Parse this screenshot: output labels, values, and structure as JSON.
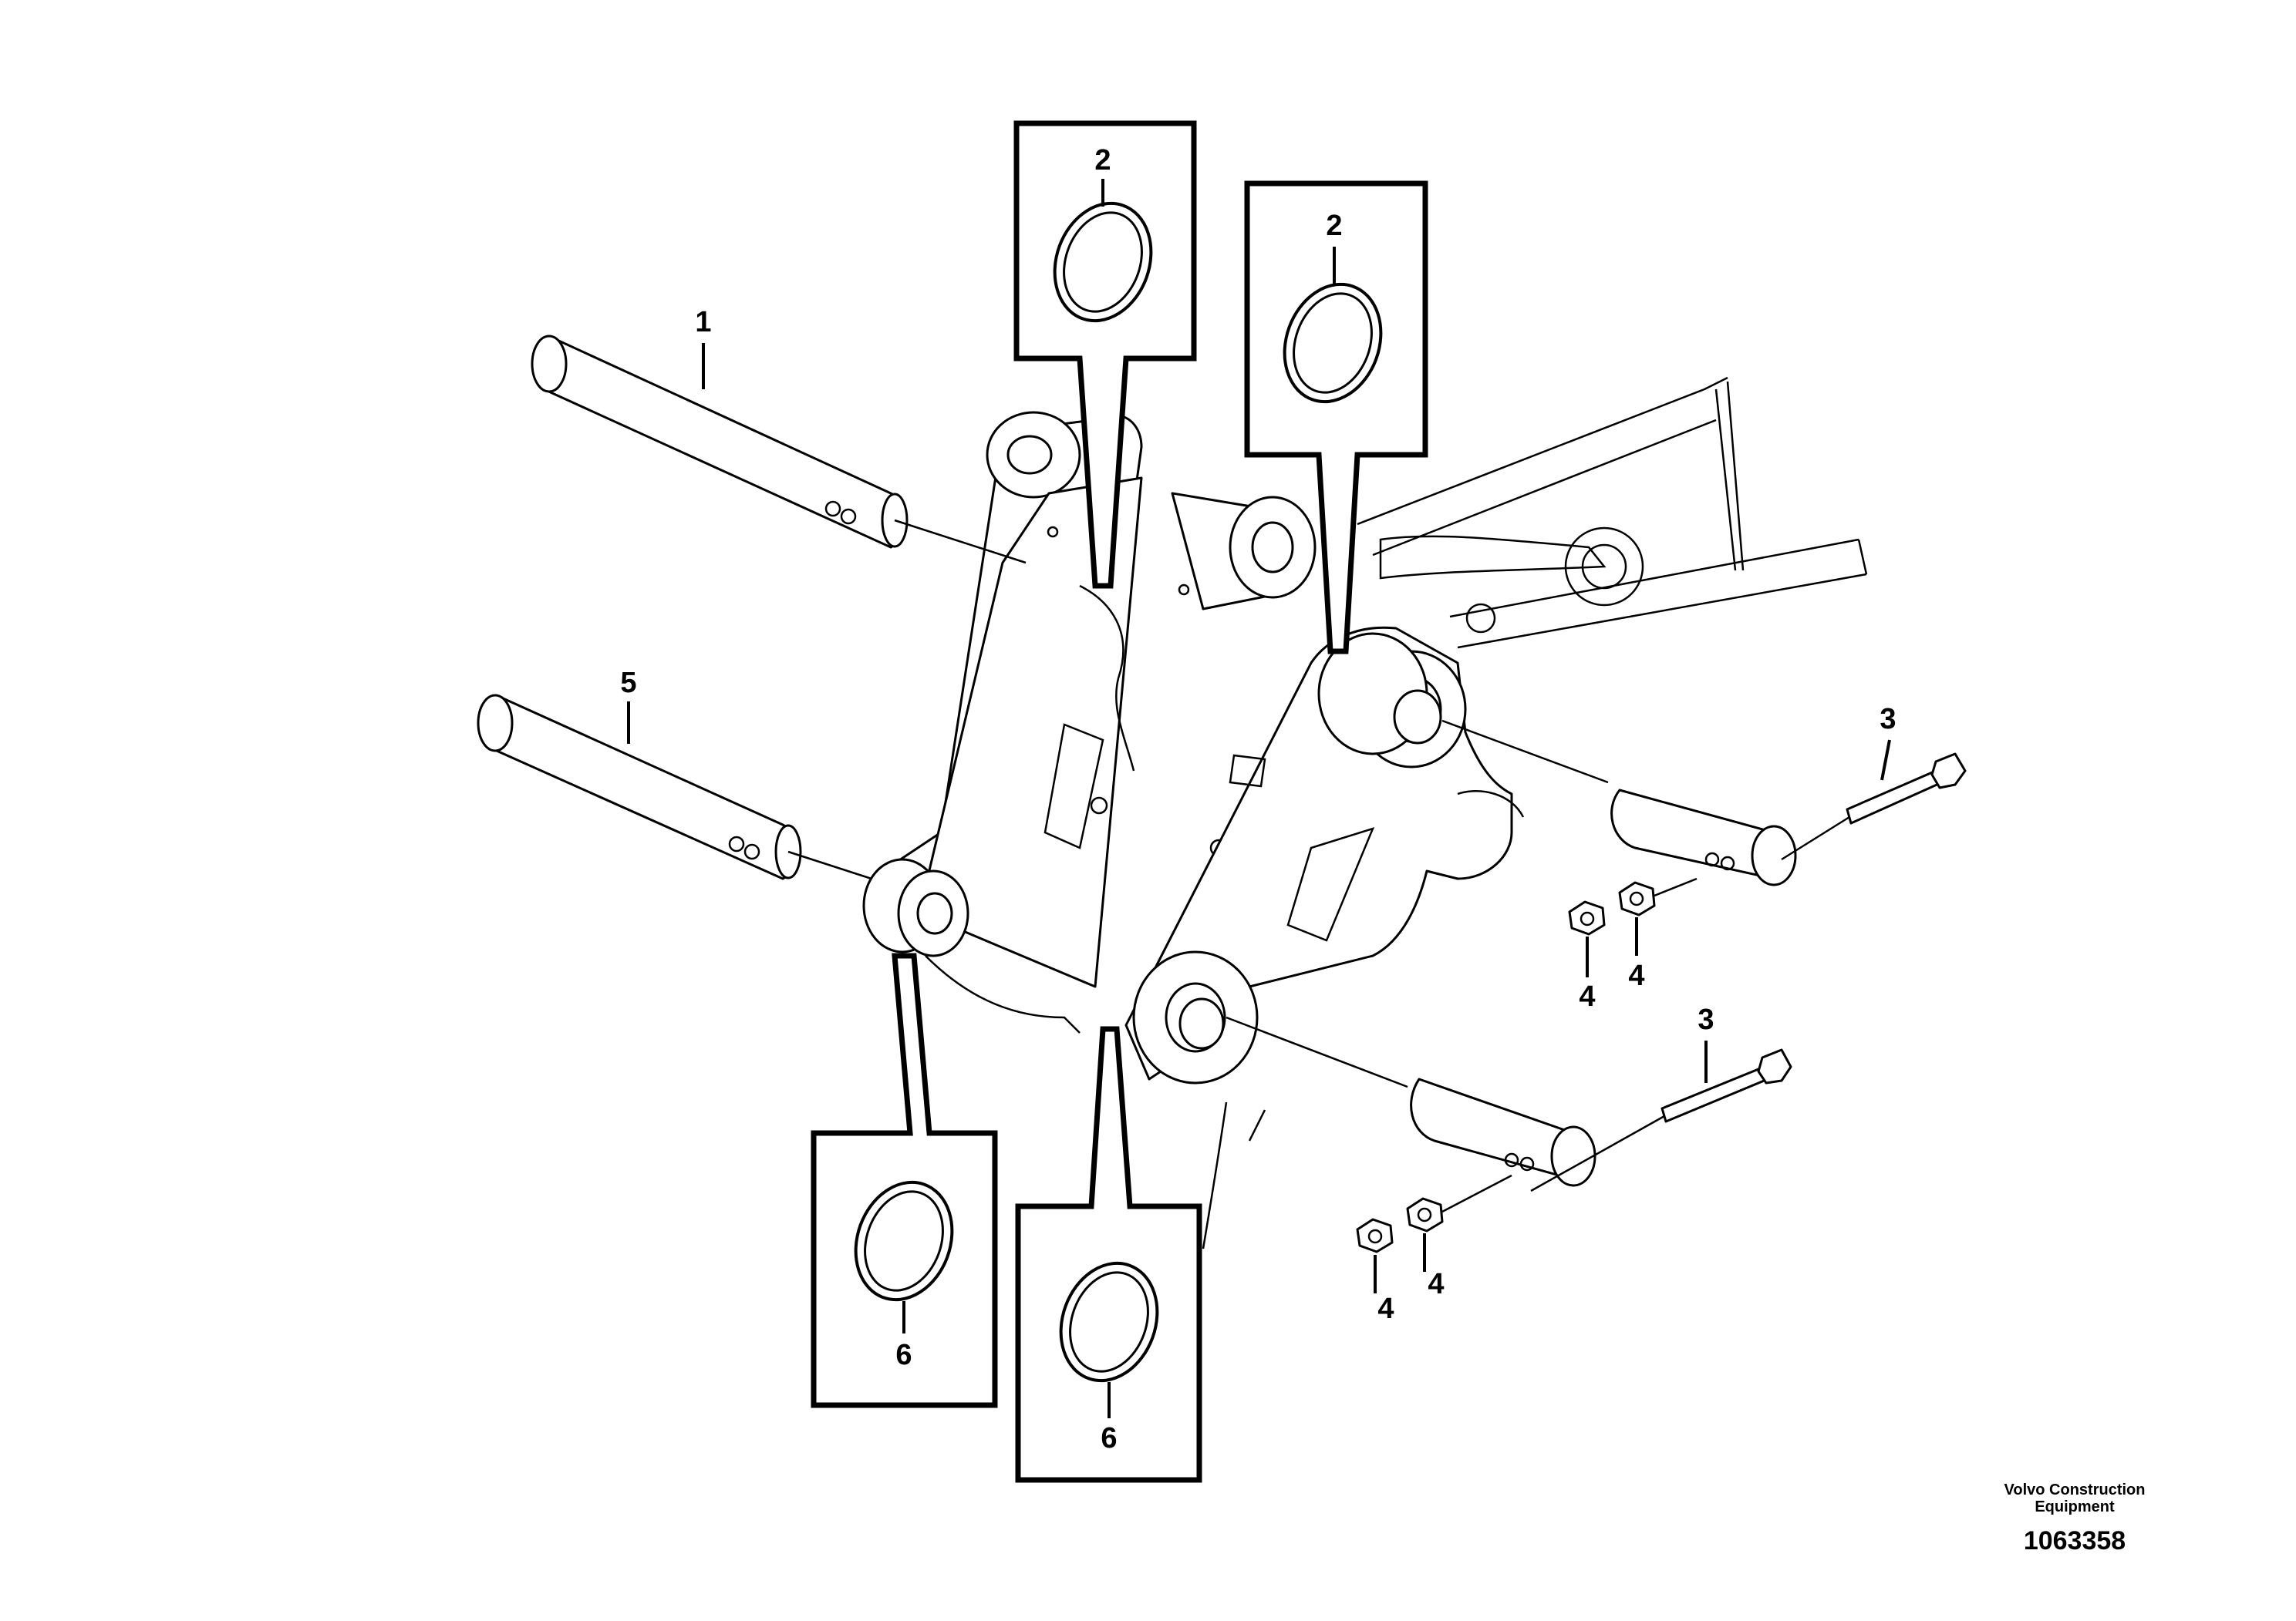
{
  "callouts": {
    "c1": "1",
    "c2a": "2",
    "c2b": "2",
    "c3a": "3",
    "c3b": "3",
    "c4a": "4",
    "c4b": "4",
    "c4c": "4",
    "c4d": "4",
    "c5": "5",
    "c6a": "6",
    "c6b": "6"
  },
  "footer": {
    "company_line1": "Volvo Construction",
    "company_line2": "Equipment",
    "drawing_number": "1063358"
  }
}
